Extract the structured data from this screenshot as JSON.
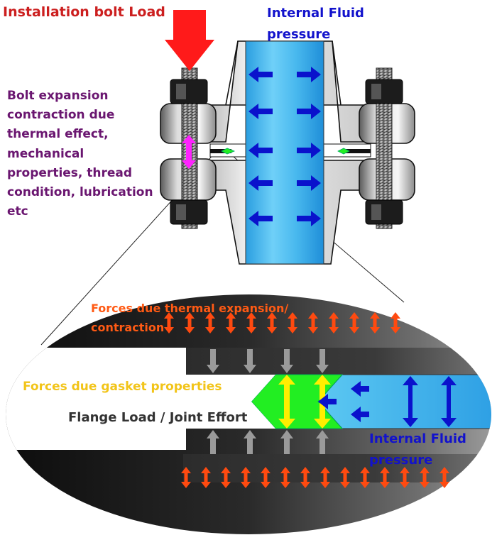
{
  "labels": {
    "installation_bolt_load": "Installation bolt Load",
    "internal_fluid_pressure_top": [
      "Internal Fluid",
      "pressure"
    ],
    "bolt_expansion": [
      "Bolt expansion",
      "contraction due",
      "thermal effect,",
      "mechanical",
      "properties, thread",
      "condition, lubrication",
      "etc"
    ],
    "forces_thermal": [
      "Forces due thermal expansion/",
      "contraction"
    ],
    "forces_gasket": "Forces due gasket properties",
    "flange_load": "Flange Load / Joint Effort",
    "internal_fluid_pressure_bottom": [
      "Internal Fluid",
      "pressure"
    ]
  },
  "colors": {
    "bolt_load_arrow": "#ff1a1a",
    "fluid": "#3fb1ea",
    "fluid_arrow": "#0a12cc",
    "thermal_arrow": "#ff4a10",
    "gasket_fill": "#22ee22",
    "gasket_arrow": "#ffee00",
    "bolt_expansion_arrow": "#ff22ff",
    "compression_arrow": "#9a9a9a",
    "flange_body": "#d8d8d8",
    "nut": "#1c1c1c"
  }
}
